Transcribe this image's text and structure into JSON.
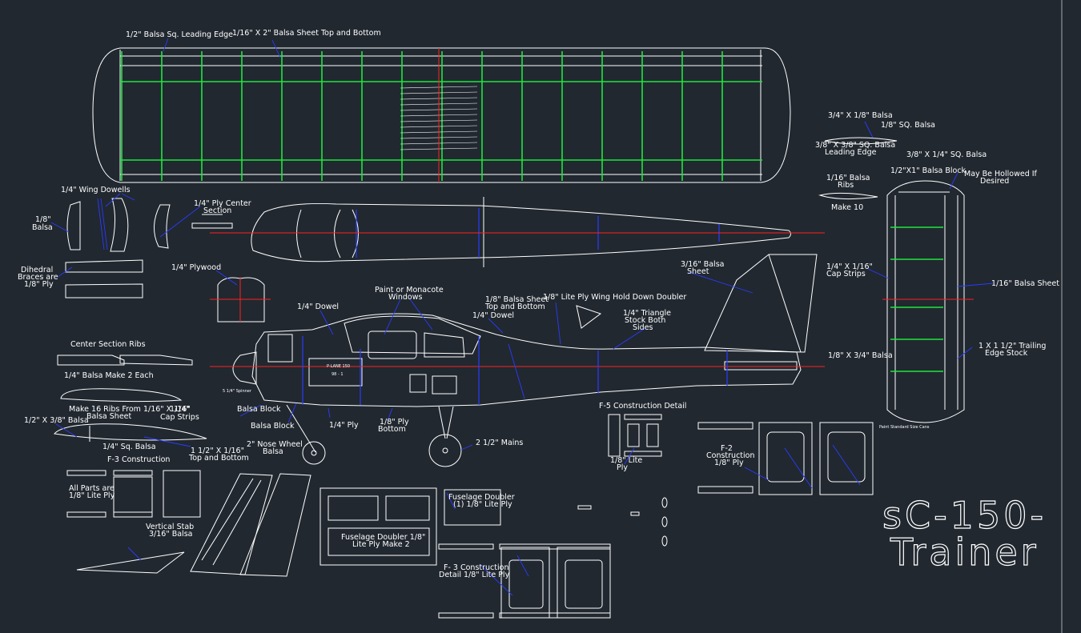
{
  "colors": {
    "background": "#212830",
    "outline": "#ffffff",
    "ribs": "#1ee63c",
    "leaders": "#2a3cff",
    "centerline": "#ff2020"
  },
  "title": {
    "line1": "sC-150-",
    "line2": "Trainer"
  },
  "labels": {
    "wing_le": "1/2\" Balsa Sq. Leading Edge",
    "wing_sheet": "1/16\" X 2\" Balsa Sheet Top and Bottom",
    "dowels": "1/4\" Wing Dowells",
    "balsa_1_8_a": "1/8\"",
    "balsa_1_8_b": "Balsa",
    "ply_center_a": "1/4\" Ply Center",
    "ply_center_b": "Section",
    "dihedral_a": "Dihedral",
    "dihedral_b": "Braces are",
    "dihedral_c": "1/8\" Ply",
    "plywood": "1/4\" Plywood",
    "paint_a": "Paint or Monacote",
    "paint_b": "Windows",
    "dowel_a": "1/4\" Dowel",
    "dowel_b": "1/4\" Dowel",
    "sheet_top_a": "1/8\" Balsa Sheet",
    "sheet_top_b": "Top and Bottom",
    "wing_hold": "1/8\" Lite Ply Wing Hold Down Doubler",
    "triangle_a": "1/4\" Triangle",
    "triangle_b": "Stock Both",
    "triangle_c": "Sides",
    "fin_sheet_a": "3/16\" Balsa",
    "fin_sheet_b": "Sheet",
    "center_ribs": "Center Section Ribs",
    "balsa_make2": "1/4\" Balsa Make 2 Each",
    "make16": "Make 16 Ribs From 1/16\" X 1/4\"",
    "balsa_sheet": "Balsa Sheet",
    "cap_a": "1/16\"",
    "cap_b": "Cap Strips",
    "sq_balsa_left": "1/2\" X 3/8\" Balsa",
    "sq_balsa": "1/4\" Sq. Balsa",
    "f3": "F-3 Construction",
    "balsa_block_a": "Balsa Block",
    "balsa_block_b": "Balsa Block",
    "ply_quarter": "1/4\" Ply",
    "ply_bottom_a": "1/8\" Ply",
    "ply_bottom_b": "Bottom",
    "nose_a": "2\" Nose Wheel",
    "nose_b": "Balsa",
    "top_bottom_a": "1 1/2\" X 1/16\"",
    "top_bottom_b": "Top and Bottom",
    "mains": "2 1/2\" Mains",
    "f5": "F-5 Construction Detail",
    "lite_ply_a": "1/8\" Lite",
    "lite_ply_b": "Ply",
    "all_parts_a": "All Parts are",
    "all_parts_b": "1/8\" Lite Ply",
    "vstab_a": "Vertical Stab",
    "vstab_b": "3/16\" Balsa",
    "fus_doubler1_a": "Fuselage Doubler",
    "fus_doubler1_b": "(1) 1/8\" Lite Ply",
    "fus_doubler2_a": "Fuselage Doubler 1/8\"",
    "fus_doubler2_b": "Lite Ply Make 2",
    "f3_detail_a": "F- 3 Construction",
    "f3_detail_b": "Detail 1/8\" Lite Ply",
    "f2_a": "F-2",
    "f2_b": "Construction",
    "f2_c": "1/8\" Ply",
    "tail_sq_a": "3/4\" X 1/8\" Balsa",
    "tail_sq_b": "1/8\"  SQ. Balsa",
    "tail_le_a": "3/8\" X 3/8\" SQ. Balsa",
    "tail_le_b": "Leading Edge",
    "tail_sq_c": "3/8\" X 1/4\"  SQ. Balsa",
    "tail_ribs_a": "1/16\" Balsa",
    "tail_ribs_b": "Ribs",
    "make10": "Make 10",
    "balsa_block_tail": "1/2\"X1\" Balsa Block",
    "hollowed_a": "May Be Hollowed If",
    "hollowed_b": "Desired",
    "cap_strips_a": "1/4\" X 1/16\"",
    "cap_strips_b": "Cap Strips",
    "sheet_16": "1/16\" Balsa Sheet",
    "balsa_18_34": "1/8\" X 3/4\" Balsa",
    "trailing_a": "1 X 1 1/2\" Trailing",
    "trailing_b": "Edge Stock",
    "fus_text_a": "P-LANE 150",
    "fus_text_b": "98 - 1",
    "prop_note": "5 1/4\" Spinner",
    "note_small": "Paint Standard Size Cans"
  }
}
